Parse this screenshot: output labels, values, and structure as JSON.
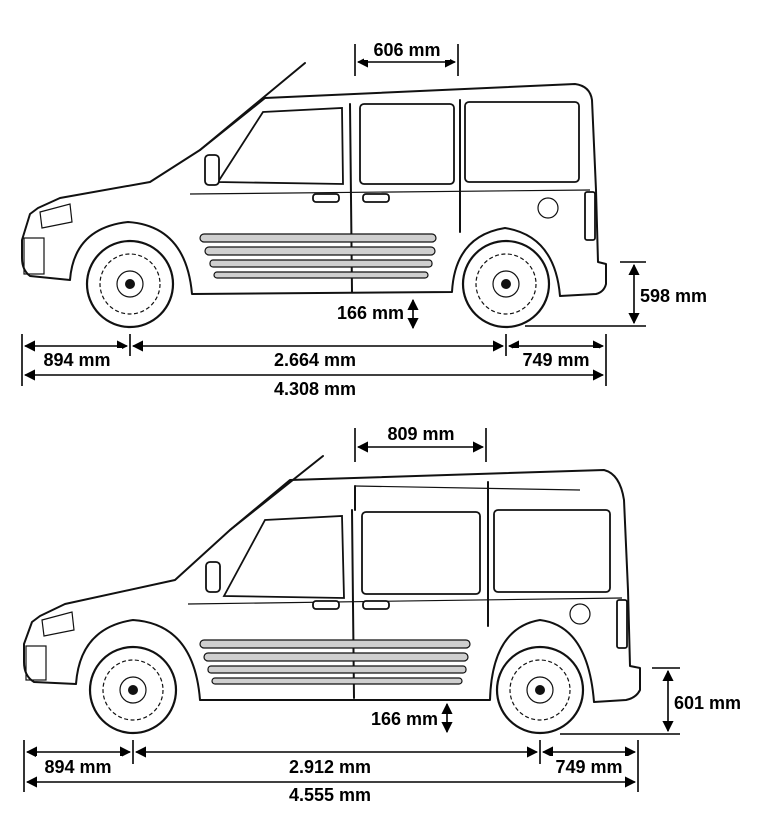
{
  "van_short": {
    "roof_opening": "606 mm",
    "ground_clearance": "166 mm",
    "rear_sill_height": "598 mm",
    "front_overhang": "894 mm",
    "wheelbase": "2.664 mm",
    "rear_overhang": "749 mm",
    "overall_length": "4.308 mm"
  },
  "van_long": {
    "roof_opening": "809 mm",
    "ground_clearance": "166 mm",
    "rear_sill_height": "601 mm",
    "front_overhang": "894 mm",
    "wheelbase": "2.912 mm",
    "rear_overhang": "749 mm",
    "overall_length": "4.555 mm"
  }
}
